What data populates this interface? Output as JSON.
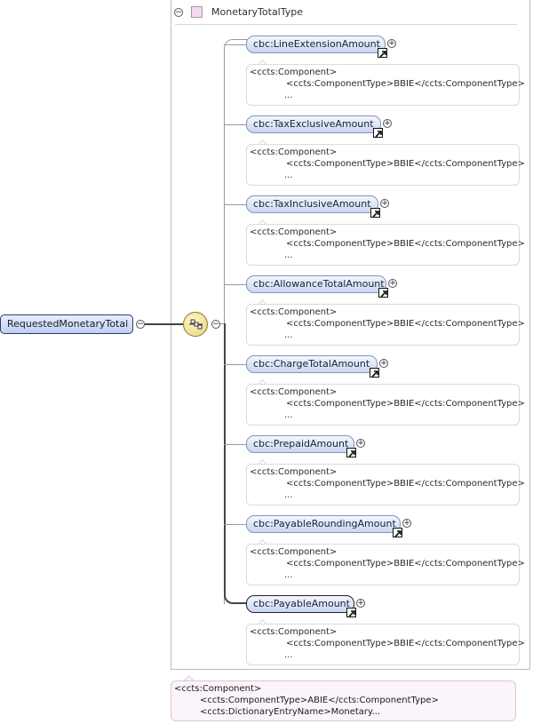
{
  "type_box": {
    "title": "MonetaryTotalType",
    "collapse_symbol": "−"
  },
  "root": {
    "label": "RequestedMonetaryTotal",
    "collapse_symbol": "−"
  },
  "sequence": {
    "collapse_symbol": "−"
  },
  "expand_symbol": "+",
  "children": [
    {
      "label": "cbc:LineExtensionAmount",
      "doc": [
        "<ccts:Component>",
        "<ccts:ComponentType>BBIE</ccts:ComponentType>",
        "..."
      ]
    },
    {
      "label": "cbc:TaxExclusiveAmount",
      "doc": [
        "<ccts:Component>",
        "<ccts:ComponentType>BBIE</ccts:ComponentType>",
        "..."
      ]
    },
    {
      "label": "cbc:TaxInclusiveAmount",
      "doc": [
        "<ccts:Component>",
        "<ccts:ComponentType>BBIE</ccts:ComponentType>",
        "..."
      ]
    },
    {
      "label": "cbc:AllowanceTotalAmount",
      "doc": [
        "<ccts:Component>",
        "<ccts:ComponentType>BBIE</ccts:ComponentType>",
        "..."
      ]
    },
    {
      "label": "cbc:ChargeTotalAmount",
      "doc": [
        "<ccts:Component>",
        "<ccts:ComponentType>BBIE</ccts:ComponentType>",
        "..."
      ]
    },
    {
      "label": "cbc:PrepaidAmount",
      "doc": [
        "<ccts:Component>",
        "<ccts:ComponentType>BBIE</ccts:ComponentType>",
        "..."
      ]
    },
    {
      "label": "cbc:PayableRoundingAmount",
      "doc": [
        "<ccts:Component>",
        "<ccts:ComponentType>BBIE</ccts:ComponentType>",
        "..."
      ]
    },
    {
      "label": "cbc:PayableAmount",
      "doc": [
        "<ccts:Component>",
        "<ccts:ComponentType>BBIE</ccts:ComponentType>",
        "..."
      ]
    }
  ],
  "bottom_doc": [
    "<ccts:Component>",
    "<ccts:ComponentType>ABIE</ccts:ComponentType>",
    "<ccts:DictionaryEntryName>Monetary..."
  ]
}
